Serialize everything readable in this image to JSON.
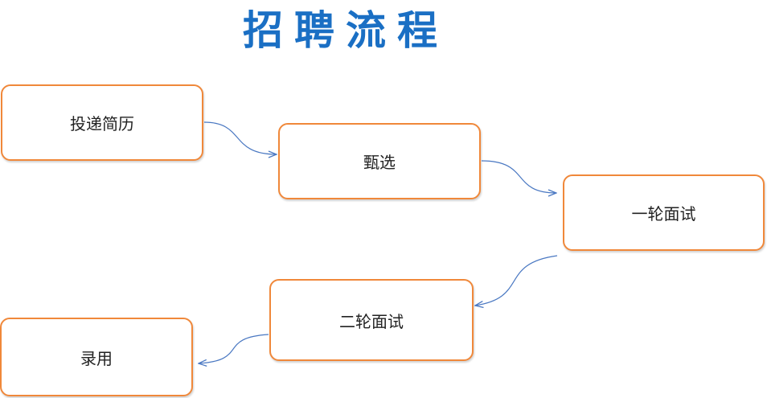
{
  "title": "招聘流程",
  "steps": [
    {
      "label": "投递简历"
    },
    {
      "label": "甄选"
    },
    {
      "label": "一轮面试"
    },
    {
      "label": "二轮面试"
    },
    {
      "label": "录用"
    }
  ],
  "colors": {
    "title": "#1a6fc4",
    "box_border": "#f0883a",
    "arrow": "#4a78c2"
  }
}
